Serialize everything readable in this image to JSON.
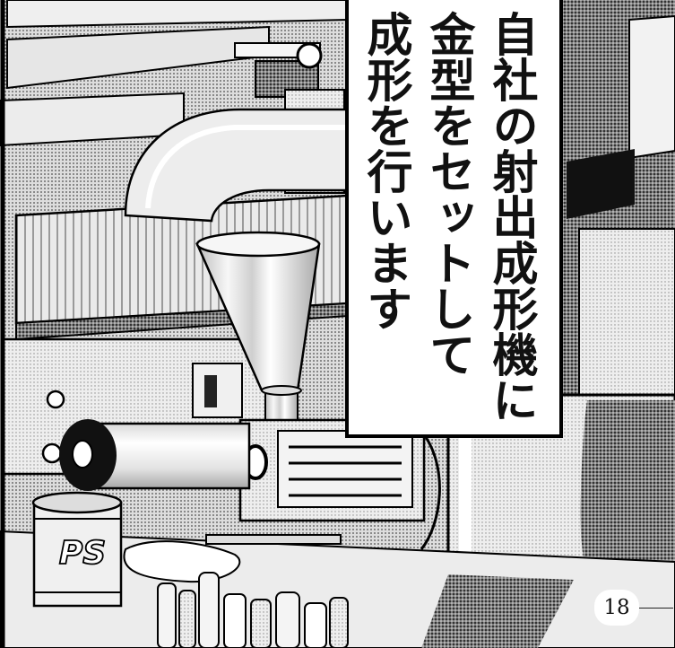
{
  "caption": {
    "lines": [
      "自社の射出成形機に",
      "金型をセットして",
      "成形を行います"
    ]
  },
  "bucket_label": "PS",
  "page_number": "18"
}
